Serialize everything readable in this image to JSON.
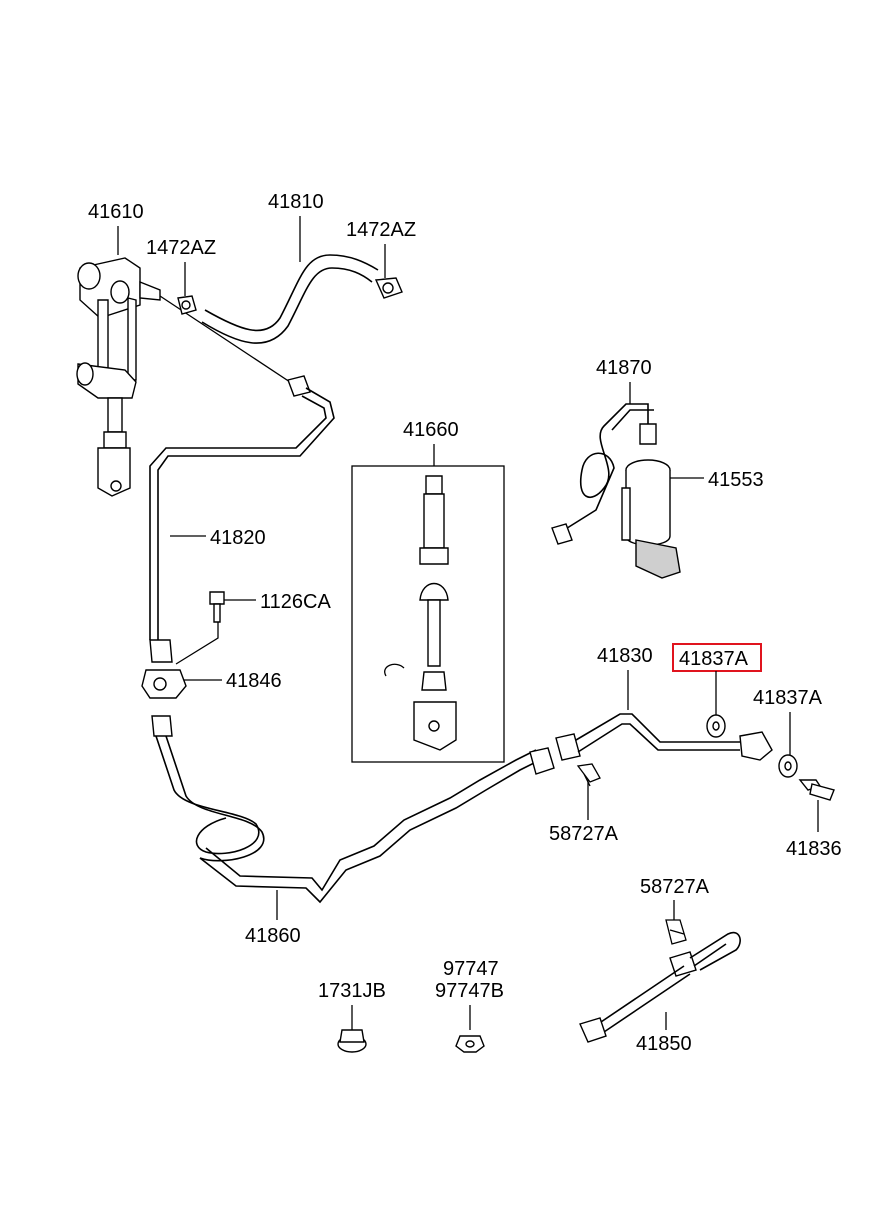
{
  "labels": {
    "l41610": "41610",
    "l41810": "41810",
    "l1472AZ_a": "1472AZ",
    "l1472AZ_b": "1472AZ",
    "l41870": "41870",
    "l41553": "41553",
    "l41660": "41660",
    "l41820": "41820",
    "l1126CA": "1126CA",
    "l41846": "41846",
    "l41830": "41830",
    "l41837A_sel": "41837A",
    "l41837A": "41837A",
    "l58727A_a": "58727A",
    "l41836": "41836",
    "l41860": "41860",
    "l58727A_b": "58727A",
    "l1731JB": "1731JB",
    "l97747": "97747",
    "l97747B": "97747B",
    "l41850": "41850"
  },
  "highlight_color": "#e0141e",
  "line_color": "#000000"
}
